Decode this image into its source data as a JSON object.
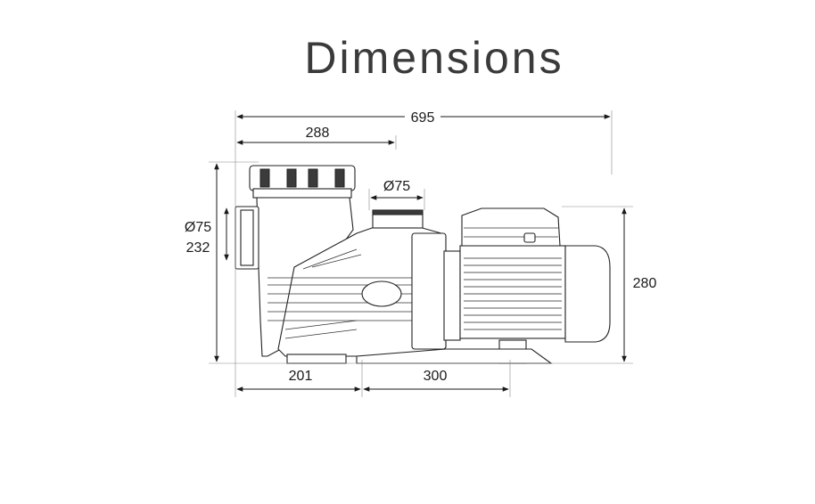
{
  "title": "Dimensions",
  "dimensions": {
    "overall_length": "695",
    "prefilter_length": "288",
    "outlet_diameter": "Ø75",
    "inlet_diameter": "Ø75",
    "inlet_height": "232",
    "overall_height": "280",
    "base_front": "201",
    "base_rear": "300"
  }
}
